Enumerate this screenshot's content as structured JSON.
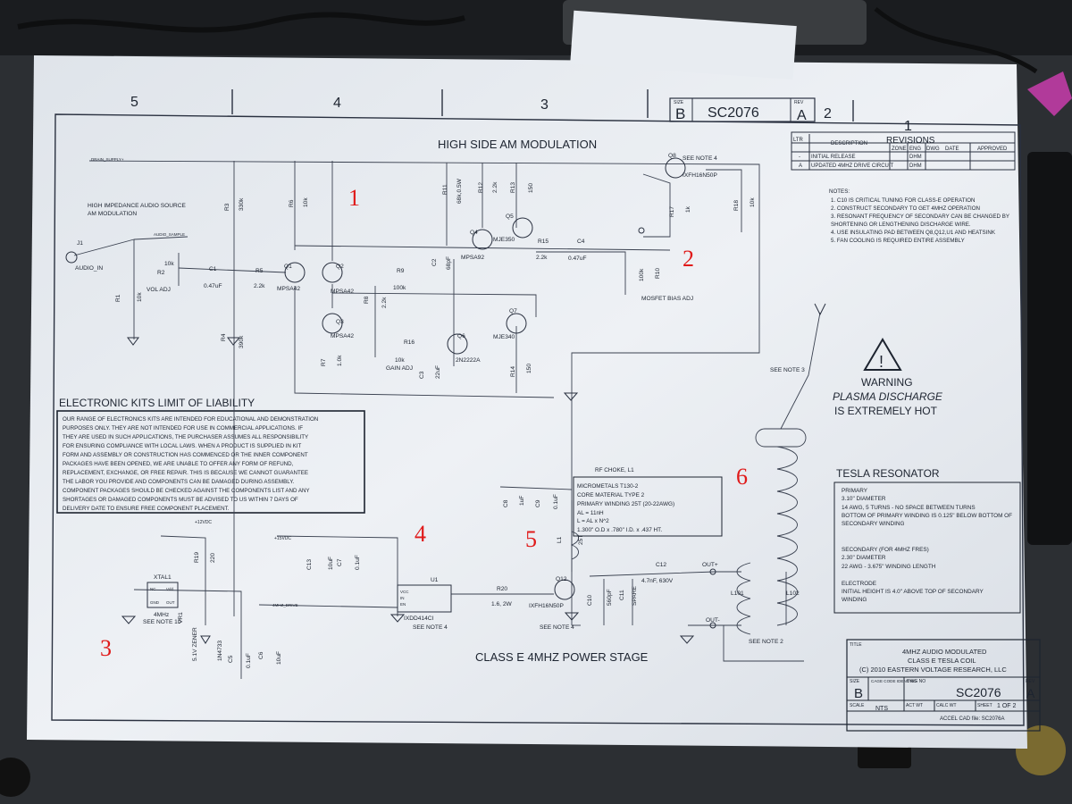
{
  "zones": [
    "5",
    "4",
    "3",
    "2",
    "1"
  ],
  "title_top": "HIGH SIDE AM MODULATION",
  "title_bottom": "CLASS E 4MHZ POWER STAGE",
  "size_box": {
    "size_label": "SIZE",
    "size": "B",
    "dwg_no": "SC2076",
    "rev_label": "REV",
    "rev": "A"
  },
  "revisions": {
    "title": "REVISIONS",
    "headers": [
      "LTR",
      "DESCRIPTION",
      "ZONE",
      "ENG",
      "DATE",
      "APPROVED"
    ],
    "rows": [
      {
        "ltr": "-",
        "desc": "INITIAL RELEASE",
        "eng": "DHM"
      },
      {
        "ltr": "A",
        "desc": "UPDATED 4MHZ DRIVE CIRCUIT",
        "eng": "DHM"
      }
    ],
    "sub_header": "DWG"
  },
  "notes": {
    "title": "NOTES:",
    "items": [
      "1.  C10 IS CRITICAL TUNING FOR CLASS-E OPERATION",
      "2.  CONSTRUCT SECONDARY TO GET 4MHZ OPERATION",
      "3.  RESONANT FREQUENCY OF SECONDARY CAN BE CHANGED BY",
      "     SHORTENING OR LENGTHENING DISCHARGE WIRE.",
      "4.  USE INSULATING PAD BETWEEN Q8,Q12,U1 AND HEATSINK",
      "5.  FAN COOLING IS REQUIRED ENTIRE ASSEMBLY"
    ]
  },
  "warning": {
    "line1": "WARNING",
    "line2": "PLASMA DISCHARGE",
    "line3": "IS EXTREMELY HOT"
  },
  "liability": {
    "title": "ELECTRONIC KITS LIMIT OF LIABILITY",
    "lines": [
      "OUR RANGE OF ELECTRONICS KITS ARE INTENDED FOR EDUCATIONAL AND DEMONSTRATION",
      "PURPOSES ONLY.  THEY ARE NOT INTENDED FOR USE IN COMMERCIAL APPLICATIONS.  IF",
      "THEY ARE USED IN SUCH APPLICATIONS, THE PURCHASER ASSUMES ALL RESPONSIBILITY",
      "FOR ENSURING COMPLIANCE WITH LOCAL LAWS.  WHEN A PRODUCT IS SUPPLIED IN KIT",
      "FORM AND ASSEMBLY OR CONSTRUCTION HAS COMMENCED OR THE INNER COMPONENT",
      "PACKAGES HAVE BEEN OPENED, WE ARE UNABLE TO OFFER ANY FORM OF REFUND,",
      "REPLACEMENT, EXCHANGE, OR FREE REPAIR.  THIS IS BECAUSE WE CANNOT GUARANTEE",
      "THE LABOR YOU PROVIDE AND COMPONENTS CAN BE DAMAGED DURING ASSEMBLY.",
      "COMPONENT PACKAGES SHOULD BE CHECKED AGAINST THE COMPONENTS LIST AND ANY",
      "SHORTAGES OR DAMAGED COMPONENTS MUST BE ADVISED TO US WITHIN 7 DAYS OF",
      "DELIVERY DATE TO ENSURE FREE COMPONENT PLACEMENT."
    ]
  },
  "rf_choke": {
    "title": "RF CHOKE, L1",
    "lines": [
      "MICROMETALS T130-2",
      "CORE MATERIAL TYPE 2",
      "PRIMARY WINDING 25T (20-22AWG)",
      "AL = 11nH",
      "L = AL x N^2",
      "1.300\" O.D x .780\" I.D. x .437 HT."
    ]
  },
  "tesla": {
    "title": "TESLA RESONATOR",
    "primary_label": "PRIMARY",
    "primary_lines": [
      "3.10\" DIAMETER",
      "14 AWG, 5 TURNS - NO SPACE BETWEEN TURNS",
      "BOTTOM OF PRIMARY WINDING IS 0.125\" BELOW BOTTOM OF",
      "SECONDARY WINDING"
    ],
    "secondary_label": "SECONDARY (FOR 4MHZ FRES)",
    "secondary_lines": [
      "2.30\" DIAMETER",
      "22 AWG - 3.675\" WINDING LENGTH"
    ],
    "electrode_label": "ELECTRODE",
    "electrode_lines": [
      "INITIAL HEIGHT IS 4.0\" ABOVE TOP OF SECONDARY",
      "WINDING"
    ]
  },
  "title_block": {
    "title_label": "TITLE",
    "title_lines": [
      "4MHZ AUDIO MODULATED",
      "CLASS E TESLA COIL",
      "(C) 2010 EASTERN VOLTAGE RESEARCH, LLC"
    ],
    "size_label": "SIZE",
    "size": "B",
    "cage_label": "CAGE CODE IDENT NO",
    "dwg_label": "DWG NO",
    "dwg": "SC2076",
    "rev_label": "REV",
    "rev": "A",
    "scale_label": "SCALE",
    "scale": "NTS",
    "wt_label": "ACT WT",
    "calc_label": "CALC WT",
    "sheet_label": "SHEET",
    "sheet": "1  OF  2",
    "cad_file": "ACCEL CAD file: SC2076A"
  },
  "red_markers": [
    "1",
    "2",
    "3",
    "4",
    "5",
    "6"
  ],
  "labels": {
    "drain": "DRAIN_SUPPLY+",
    "audio_sample": "AUDIO_SAMPLE",
    "hi_z": "HIGH IMPEDANCE AUDIO SOURCE",
    "am_mod": "AM MODULATION",
    "j1": "J1",
    "audio_in": "AUDIO_IN",
    "r1": "R1",
    "r1v": "10k",
    "r2": "R2",
    "r2v": "10k",
    "vol_adj": "VOL ADJ",
    "c1": "C1",
    "c1v": "0.47uF",
    "r5": "R5",
    "r5v": "2.2k",
    "q1": "Q1",
    "q1t": "MPSA42",
    "q2": "Q2",
    "q2t": "MPSA42",
    "q3": "Q3",
    "q3t": "MPSA42",
    "r3": "R3",
    "r3v": "330k",
    "r4": "R4",
    "r4v": "390k",
    "r6": "R6",
    "r6v": "10k",
    "r7": "R7",
    "r7v": "1.0k",
    "r8": "R8",
    "r8v": "2.2k",
    "r9": "R9",
    "r9v": "100k",
    "c2": "C2",
    "c2v": "68pF",
    "r11": "R11",
    "r11v": "68k,0.5W",
    "r12": "R12",
    "r12v": "2.2k",
    "r13": "R13",
    "r13v": "150",
    "q4": "Q4",
    "q4t": "MPSA92",
    "q5": "Q5",
    "q5t": "MJE350",
    "r15": "R15",
    "r15v": "2.2k",
    "c4": "C4",
    "c4v": "0.47uF",
    "q8": "Q8",
    "q8t": "IXFH16N50P",
    "see4": "SEE NOTE 4",
    "r17": "R17",
    "r17v": "1k",
    "r18": "R18",
    "r18v": "10k",
    "r10": "R10",
    "r10v": "100k",
    "bias": "MOSFET BIAS ADJ",
    "r16": "R16",
    "r16v": "10k",
    "gain": "GAIN ADJ",
    "c3": "C3",
    "c3v": "22uF",
    "q6": "Q6",
    "q6t": "2N2222A",
    "q7": "Q7",
    "q7t": "MJE340",
    "r14": "R14",
    "r14v": "150",
    "see3": "SEE NOTE 3",
    "v12a": "+12VDC",
    "v12b": "+15VDC",
    "r19": "R19",
    "r19v": "220",
    "xtal": "XTAL1",
    "xtalf": "4MHz",
    "see10": "SEE NOTE 10",
    "nc": "NC",
    "vdd": "Vdd",
    "gnd": "GND",
    "out": "OUT",
    "vr1": "VR1",
    "vr1v": "5.1V ZENER",
    "vr1p": "1N4733",
    "c5": "C5",
    "c5v": "0.1uF",
    "c6": "C6",
    "c6v": "10uF",
    "c13": "C13",
    "c13v": "10uF",
    "c7": "C7",
    "c7v": "0.1uF",
    "drive": "4MHZ_DRIVE",
    "u1": "U1",
    "u1p": "IXDD414CI",
    "see4b": "SEE NOTE 4",
    "vcc": "VCC",
    "in": "IN",
    "en": "EN",
    "r20": "R20",
    "r20v": "1.6, 2W",
    "q12": "Q12",
    "q12t": "IXFH16N50P",
    "see4c": "SEE NOTE 4",
    "c8": "C8",
    "c8v": "1uF",
    "c9": "C9",
    "c9v": "0.1uF",
    "l1": "L1",
    "l1v": "25T",
    "c12": "C12",
    "c12v": "4.7nF, 630V",
    "c10": "C10",
    "c10v": "560pF",
    "c11": "C11",
    "c11v": "SPARE",
    "outp": "OUT+",
    "outm": "OUT-",
    "l101": "L101",
    "l102": "L102",
    "see2": "SEE NOTE 2"
  },
  "colors": {
    "paper": "#e8ecf1",
    "ink": "#1d2430",
    "marker": "#e01a1a",
    "desk": "#2c2f33"
  }
}
